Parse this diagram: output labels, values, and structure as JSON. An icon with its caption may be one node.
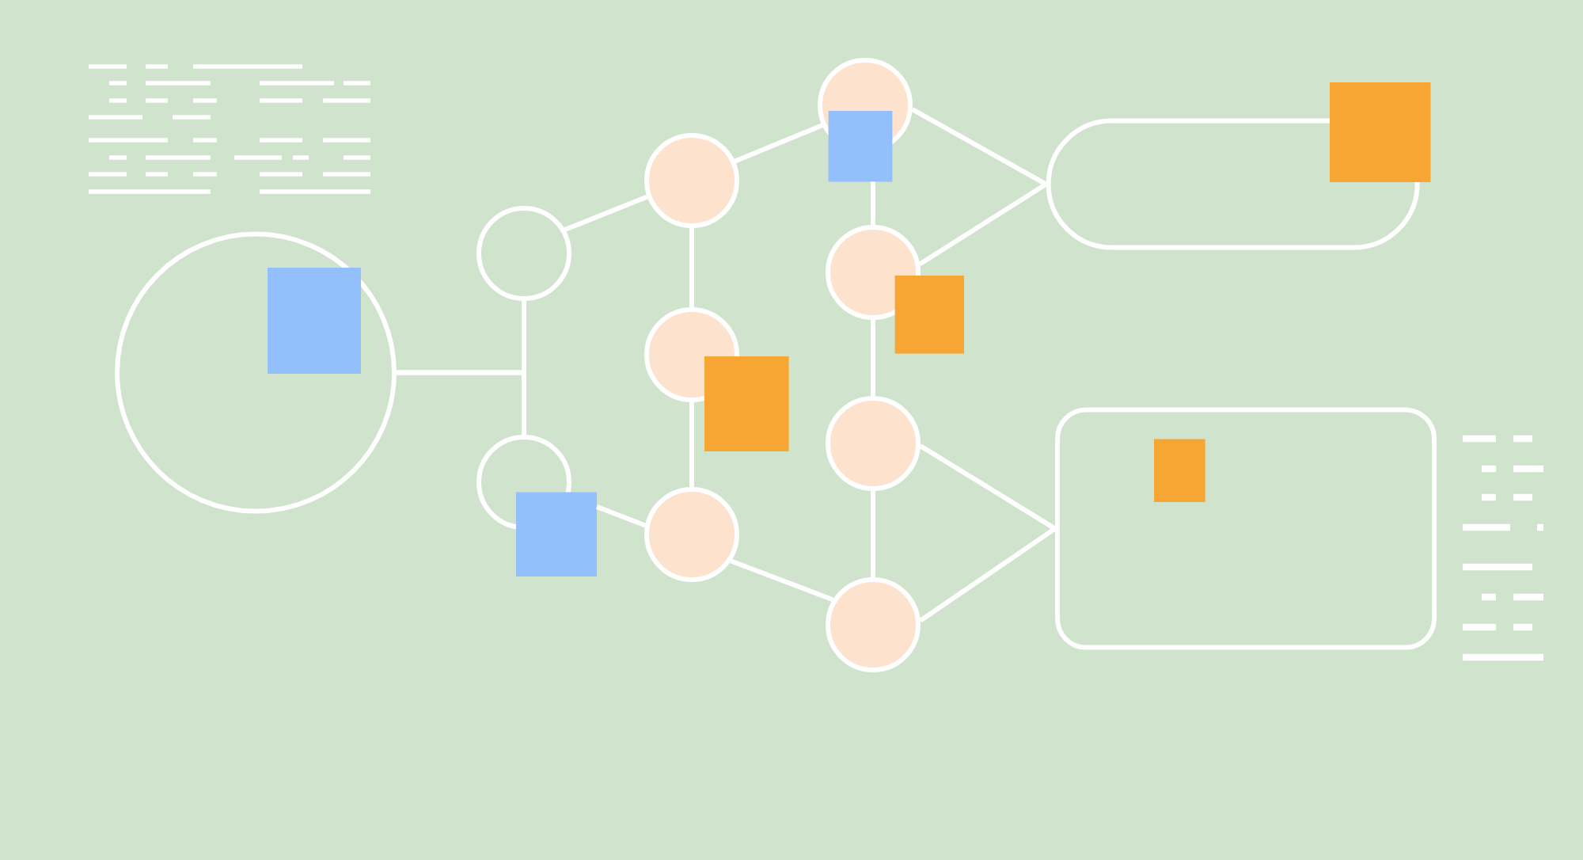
{
  "diagram": {
    "nodes": [
      {
        "text": [],
        "shape": "circle"
      },
      {
        "text": [],
        "shape": "circle"
      },
      {
        "text": [],
        "shape": "circle"
      },
      {
        "text": [],
        "shape": "circle"
      },
      {
        "text": [],
        "shape": "circle"
      },
      {
        "text": [],
        "shape": "circle"
      },
      {
        "text": [],
        "shape": "circle"
      },
      {
        "text": [],
        "shape": "circle"
      },
      {
        "text": [],
        "shape": "circle"
      },
      {
        "text": [],
        "shape": "circle"
      },
      {
        "text": [],
        "shape": "pill"
      },
      {
        "text": [],
        "shape": "box"
      }
    ],
    "edges": [
      {
        "from": 0,
        "to": 1,
        "arrow": "none"
      },
      {
        "from": 0,
        "to": 2,
        "arrow": "none"
      },
      {
        "from": 1,
        "to": 3,
        "arrow": "none"
      },
      {
        "from": 2,
        "to": 5,
        "arrow": "none"
      },
      {
        "from": 3,
        "to": 4,
        "arrow": "none"
      },
      {
        "from": 4,
        "to": 5,
        "arrow": "none"
      },
      {
        "from": 3,
        "to": 6,
        "arrow": "none"
      },
      {
        "from": 5,
        "to": 9,
        "arrow": "none"
      },
      {
        "from": 6,
        "to": 7,
        "arrow": "none"
      },
      {
        "from": 7,
        "to": 8,
        "arrow": "none"
      },
      {
        "from": 8,
        "to": 9,
        "arrow": "none"
      },
      {
        "from": 6,
        "to": 10,
        "arrow": "none"
      },
      {
        "from": 7,
        "to": 10,
        "arrow": "none"
      },
      {
        "from": 8,
        "to": 11,
        "arrow": "none"
      },
      {
        "from": 9,
        "to": 11,
        "arrow": "none"
      }
    ]
  }
}
